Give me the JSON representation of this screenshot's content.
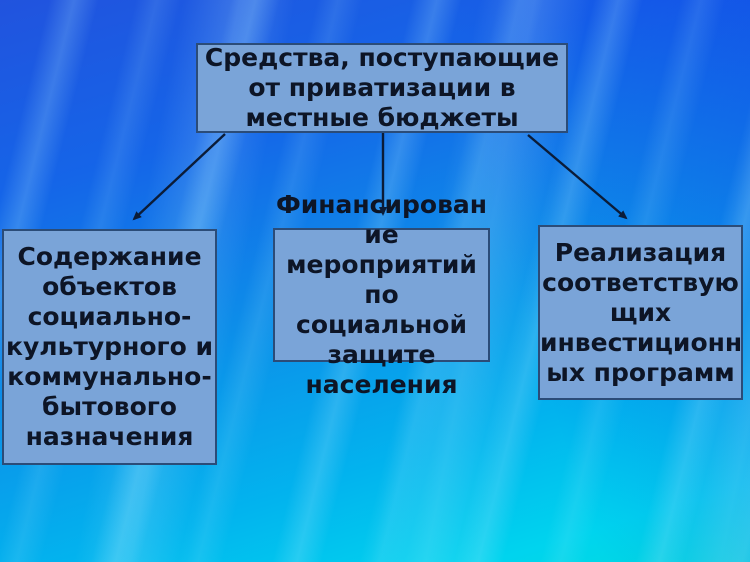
{
  "slide": {
    "title_box": {
      "text": "Средства, поступающие\nот приватизации в\nместные бюджеты"
    },
    "branches": [
      {
        "id": "left",
        "text": "Содержание\nобъектов\nсоциально-\nкультурного и\nкоммунально-\nбытового\nназначения"
      },
      {
        "id": "middle",
        "text": "Финансирован\nие\nмероприятий\nпо социальной\nзащите\nнаселения"
      },
      {
        "id": "right",
        "text": "Реализация\nсоответствую\nщих\nинвестиционн\nых программ"
      }
    ],
    "colors": {
      "box_fill": "#7aa4d8",
      "box_border": "#2b4c78",
      "text": "#0d1526",
      "arrow": "#0b1c38",
      "background_top": "#2153de",
      "background_bottom": "#00dcdf"
    }
  }
}
